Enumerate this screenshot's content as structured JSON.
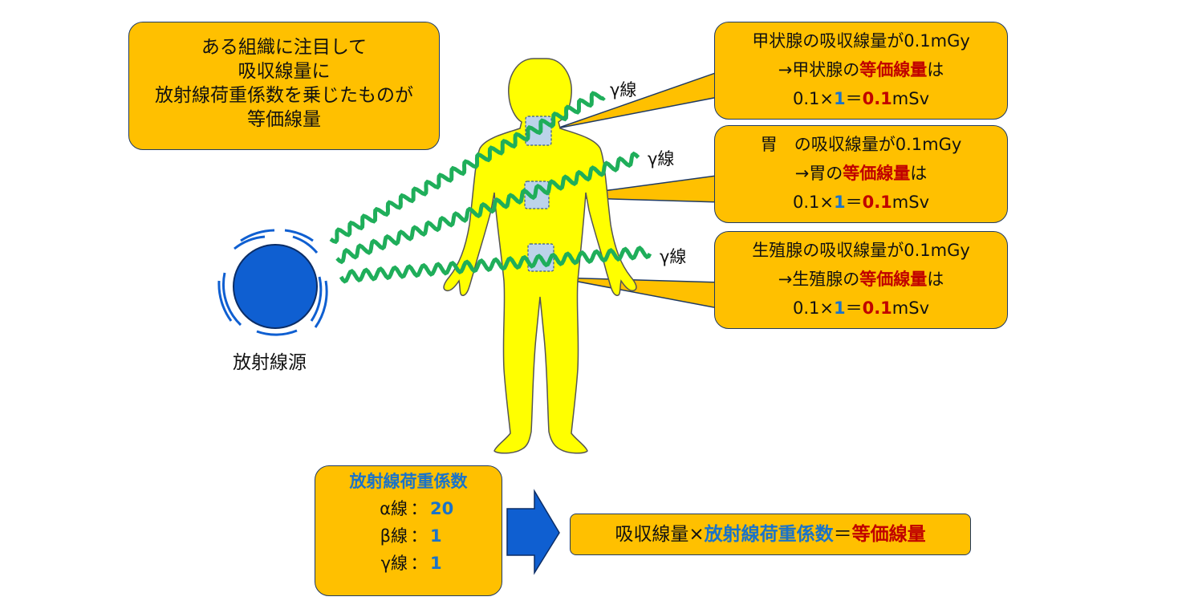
{
  "intro": {
    "lines": [
      "ある組織に注目して",
      "吸収線量に",
      "放射線荷重係数を乗じたものが",
      "等価線量"
    ]
  },
  "source_label": "放射線源",
  "gamma_label": "γ線",
  "callouts": [
    {
      "organ": "甲状腺",
      "line1_tail": "の吸収線量が0.1mGy",
      "arrow": "→",
      "no": "の",
      "eq": "等価線量",
      "wa": "は",
      "calc_a": "0.1×",
      "calc_b": "1",
      "calc_c": "＝",
      "calc_d": "0.1",
      "calc_e": "mSv"
    },
    {
      "organ": "胃　",
      "line1_tail": "の吸収線量が0.1mGy",
      "arrow": "→",
      "organ2": "胃",
      "no": "の",
      "eq": "等価線量",
      "wa": "は",
      "calc_a": "0.1×",
      "calc_b": "1",
      "calc_c": "＝",
      "calc_d": "0.1",
      "calc_e": "mSv"
    },
    {
      "organ": "生殖腺",
      "line1_tail": "の吸収線量が0.1mGy",
      "arrow": "→",
      "no": "の",
      "eq": "等価線量",
      "wa": "は",
      "calc_a": "0.1×",
      "calc_b": "1",
      "calc_c": "＝",
      "calc_d": "0.1",
      "calc_e": "mSv"
    }
  ],
  "weighting": {
    "title": "放射線荷重係数",
    "rows": [
      {
        "label": "α線",
        "colon": "：",
        "value": "20"
      },
      {
        "label": "β線",
        "colon": "：",
        "value": "1"
      },
      {
        "label": "γ線",
        "colon": "：",
        "value": "1"
      }
    ]
  },
  "formula": {
    "absorbed": "吸収線量×",
    "factor": "放射線荷重係数",
    "equals": "＝",
    "result": "等価線量"
  },
  "colors": {
    "box": "#ffc000",
    "body": "#ffff00",
    "source": "#0f5fd1",
    "wave": "#1fae5a",
    "red": "#c00000",
    "blue": "#1a73c9",
    "arrow": "#0f5fd1"
  }
}
